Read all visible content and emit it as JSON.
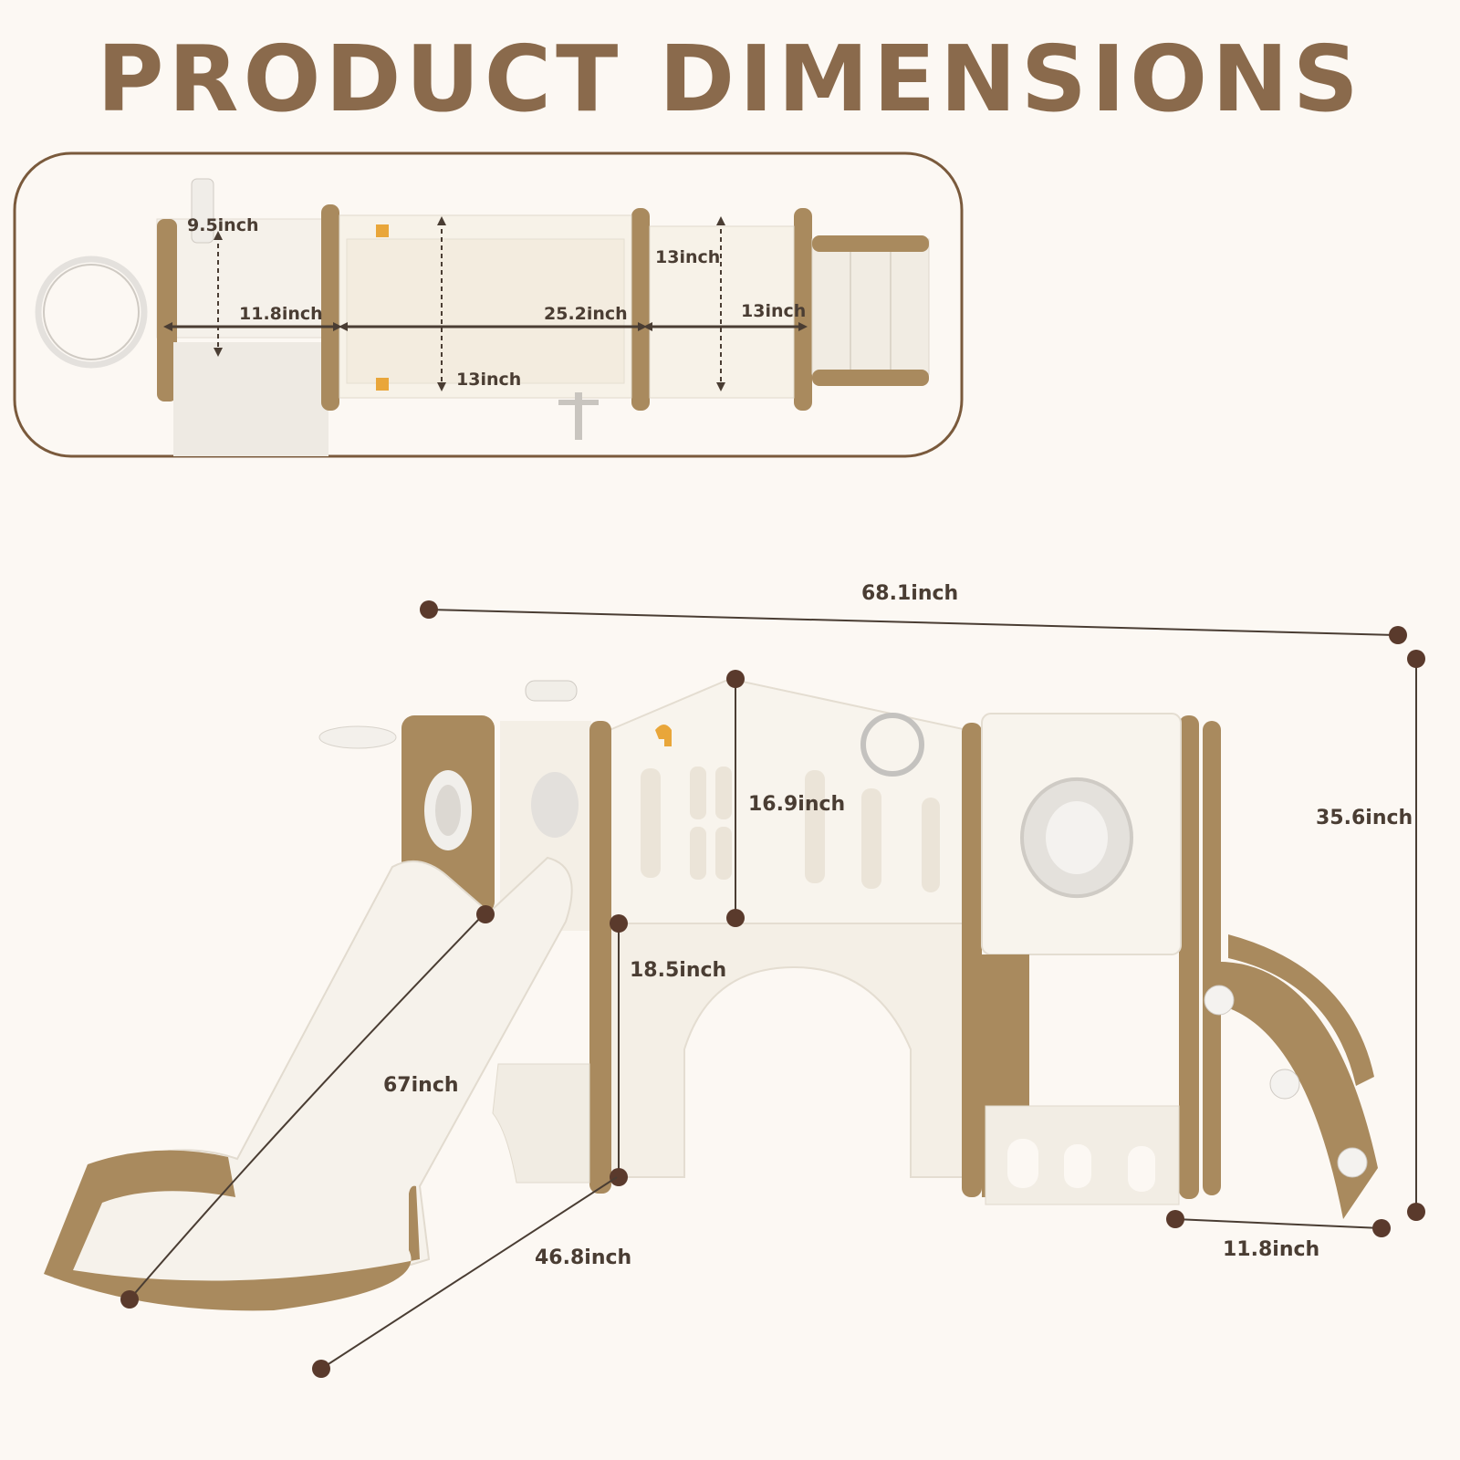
{
  "title": "PRODUCT DIMENSIONS",
  "colors": {
    "brown": "#a98a5e",
    "brown_dark": "#7a5a3c",
    "cream": "#f3ede3",
    "background": "#fcf8f3",
    "text": "#4a3d33"
  },
  "top_view": {
    "labels": {
      "telescope_depth": "9.5inch",
      "left_width": "11.8inch",
      "center_width": "25.2inch",
      "center_depth": "13inch",
      "right_depth": "13inch",
      "right_width": "13inch"
    }
  },
  "main_view": {
    "labels": {
      "overall_length": "68.1inch",
      "overall_height": "35.6inch",
      "wall_height": "16.9inch",
      "platform_height": "18.5inch",
      "slide_length": "67inch",
      "slide_run": "46.8inch",
      "ramp_depth": "11.8inch"
    }
  }
}
